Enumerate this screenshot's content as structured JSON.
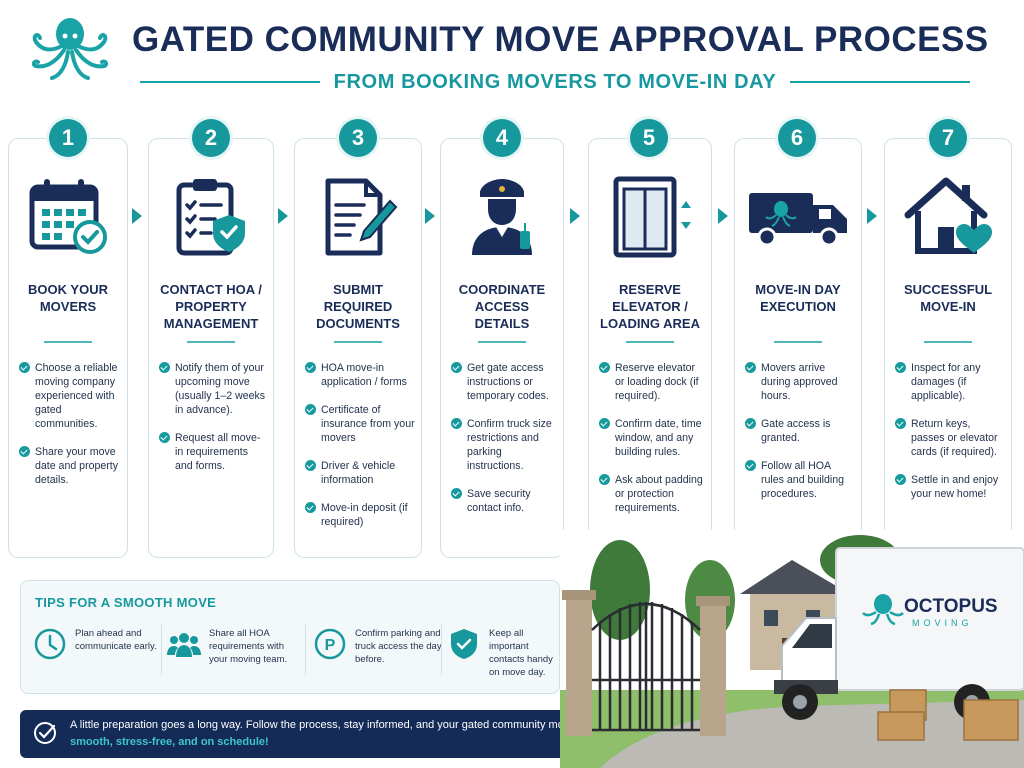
{
  "header": {
    "title": "GATED COMMUNITY MOVE APPROVAL PROCESS",
    "subtitle": "FROM BOOKING MOVERS TO MOVE-IN DAY",
    "logo_icon": "octopus-icon"
  },
  "colors": {
    "teal": "#16989c",
    "navy": "#1a2c58",
    "banner": "#152b57",
    "accent": "#3ec6c9"
  },
  "steps": [
    {
      "num": "1",
      "icon": "calendar-check-icon",
      "title": [
        "BOOK YOUR",
        "MOVERS"
      ],
      "items": [
        "Choose a reliable moving company experienced with gated communities.",
        "Share your move date and property details."
      ]
    },
    {
      "num": "2",
      "icon": "clipboard-shield-icon",
      "title": [
        "CONTACT HOA /",
        "PROPERTY",
        "MANAGEMENT"
      ],
      "items": [
        "Notify them of your upcoming move (usually 1–2 weeks in advance).",
        "Request all move-in requirements and forms."
      ]
    },
    {
      "num": "3",
      "icon": "document-pen-icon",
      "title": [
        "SUBMIT REQUIRED",
        "DOCUMENTS"
      ],
      "items": [
        "HOA move-in application / forms",
        "Certificate of insurance from your movers",
        "Driver & vehicle information",
        "Move-in deposit (if required)"
      ]
    },
    {
      "num": "4",
      "icon": "security-guard-icon",
      "title": [
        "COORDINATE",
        "ACCESS",
        "DETAILS"
      ],
      "items": [
        "Get gate access instructions or temporary codes.",
        "Confirm truck size restrictions and parking instructions.",
        "Save security contact info."
      ]
    },
    {
      "num": "5",
      "icon": "elevator-icon",
      "title": [
        "RESERVE",
        "ELEVATOR /",
        "LOADING AREA"
      ],
      "items": [
        "Reserve elevator or loading dock (if required).",
        "Confirm date, time window, and any building rules.",
        "Ask about padding or protection requirements."
      ]
    },
    {
      "num": "6",
      "icon": "moving-truck-icon",
      "title": [
        "MOVE-IN DAY",
        "EXECUTION"
      ],
      "items": [
        "Movers arrive during approved hours.",
        "Gate access is granted.",
        "Follow all HOA rules and building procedures."
      ]
    },
    {
      "num": "7",
      "icon": "house-heart-icon",
      "title": [
        "SUCCESSFUL",
        "MOVE-IN"
      ],
      "items": [
        "Inspect for any damages (if applicable).",
        "Return keys, passes or elevator cards (if required).",
        "Settle in and enjoy your new home!"
      ]
    }
  ],
  "tips": {
    "title": "TIPS FOR A SMOOTH MOVE",
    "items": [
      {
        "icon": "clock-icon",
        "text": "Plan ahead and communicate early."
      },
      {
        "icon": "team-icon",
        "text": "Share all HOA requirements with your moving team."
      },
      {
        "icon": "parking-icon",
        "text": "Confirm parking and truck access the day before."
      },
      {
        "icon": "shield-check-icon",
        "text": "Keep all important contacts handy on move day."
      }
    ]
  },
  "banner": {
    "icon": "check-badge-icon",
    "text_main": "A little preparation goes a long way. Follow the process, stay informed, and your gated community move will be ",
    "text_em": "smooth, stress-free, and on schedule!"
  },
  "truck": {
    "brand": "OCTOPUS",
    "brand_sub": "MOVING"
  }
}
